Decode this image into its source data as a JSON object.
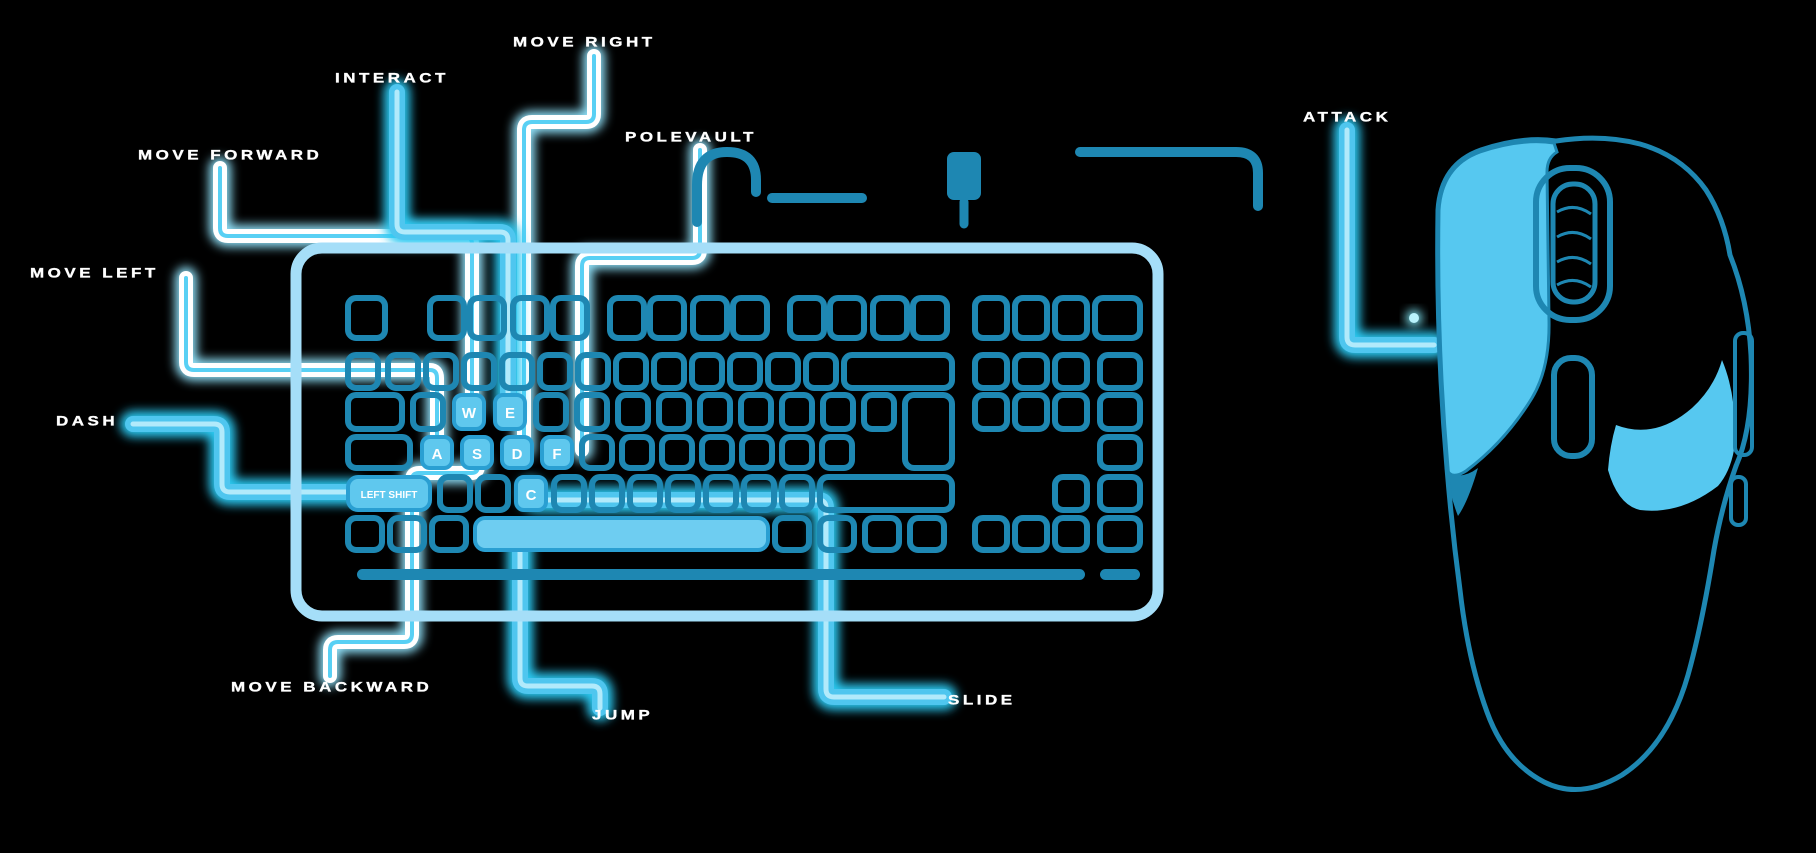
{
  "diagram_title": "game-controls-keybinding-diagram",
  "labels": {
    "move_forward": "MOVE FORWARD",
    "move_left": "MOVE LEFT",
    "move_backward": "MOVE BACKWARD",
    "move_right": "MOVE RIGHT",
    "interact": "INTERACT",
    "polevault": "POLEVAULT",
    "dash": "DASH",
    "slide": "SLIDE",
    "jump": "JUMP",
    "attack": "ATTACK"
  },
  "keys": {
    "w": "W",
    "e": "E",
    "a": "A",
    "s": "S",
    "d": "D",
    "f": "F",
    "c": "C",
    "left_shift": "LEFT SHIFT"
  },
  "bindings": [
    {
      "action": "MOVE FORWARD",
      "key": "W",
      "device": "keyboard"
    },
    {
      "action": "MOVE LEFT",
      "key": "A",
      "device": "keyboard"
    },
    {
      "action": "MOVE BACKWARD",
      "key": "S",
      "device": "keyboard"
    },
    {
      "action": "MOVE RIGHT",
      "key": "D",
      "device": "keyboard"
    },
    {
      "action": "INTERACT",
      "key": "E",
      "device": "keyboard"
    },
    {
      "action": "POLEVAULT",
      "key": "F",
      "device": "keyboard"
    },
    {
      "action": "DASH",
      "key": "LEFT SHIFT",
      "device": "keyboard"
    },
    {
      "action": "SLIDE",
      "key": "C",
      "device": "keyboard"
    },
    {
      "action": "JUMP",
      "key": "SPACE",
      "device": "keyboard"
    },
    {
      "action": "ATTACK",
      "key": "LEFT CLICK",
      "device": "mouse"
    }
  ],
  "highlighted_keys": [
    "W",
    "E",
    "A",
    "S",
    "D",
    "F",
    "LEFT SHIFT",
    "C",
    "SPACE",
    "MOUSE LEFT BUTTON"
  ],
  "colors": {
    "background": "#000000",
    "keyboard_frame": "#a5def8",
    "key_outline": "#1e87b2",
    "key_highlight_fill": "#5fc8ee",
    "line_white": "#ffffff",
    "line_cyan": "#4fc6ef",
    "line_core_light": "#b2eafb",
    "label_text": "#ffffff",
    "mouse_fill": "#56c8f0",
    "inner_bar": "#1e87b2"
  }
}
